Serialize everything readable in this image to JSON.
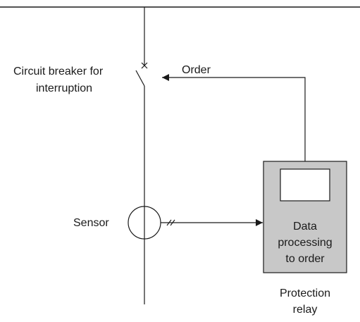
{
  "labels": {
    "breaker_line1": "Circuit breaker for",
    "breaker_line2": "interruption",
    "order": "Order",
    "sensor": "Sensor",
    "relay_inner_line1": "Data",
    "relay_inner_line2": "processing",
    "relay_inner_line3": "to order",
    "relay_caption_line1": "Protection",
    "relay_caption_line2": "relay"
  },
  "colors": {
    "line": "#1a1a1a",
    "relay_fill": "#c8c8c8",
    "screen_fill": "#ffffff"
  }
}
